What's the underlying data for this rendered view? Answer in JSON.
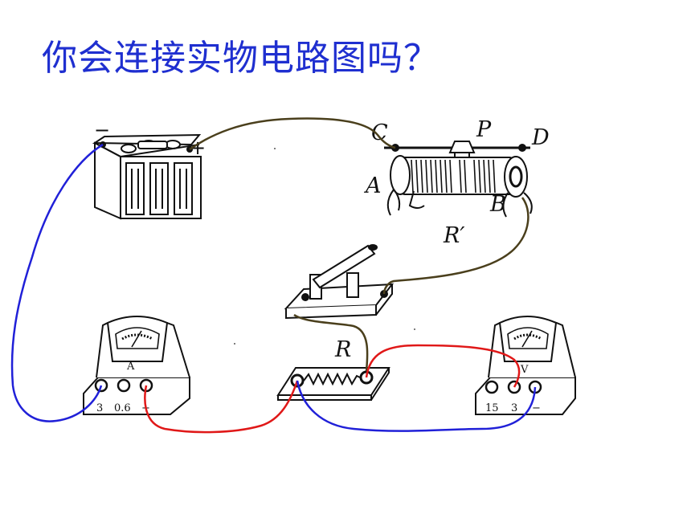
{
  "title": "你会连接实物电路图吗？",
  "labels": {
    "C": "C",
    "P": "P",
    "D": "D",
    "A": "A",
    "B": "B",
    "R_prime": "R′",
    "R": "R",
    "battery_neg": "−",
    "battery_pos": "+",
    "ammeter_letter": "A",
    "ammeter_terminal_neg": "−",
    "ammeter_terminal_mid": "0.6",
    "ammeter_terminal_high": "3",
    "voltmeter_letter": "V",
    "voltmeter_terminal_neg": "−",
    "voltmeter_terminal_mid": "3",
    "voltmeter_terminal_high": "15"
  },
  "wire_colors": {
    "olive": "#4a3f1c",
    "blue": "#2020d8",
    "red": "#e01818"
  }
}
